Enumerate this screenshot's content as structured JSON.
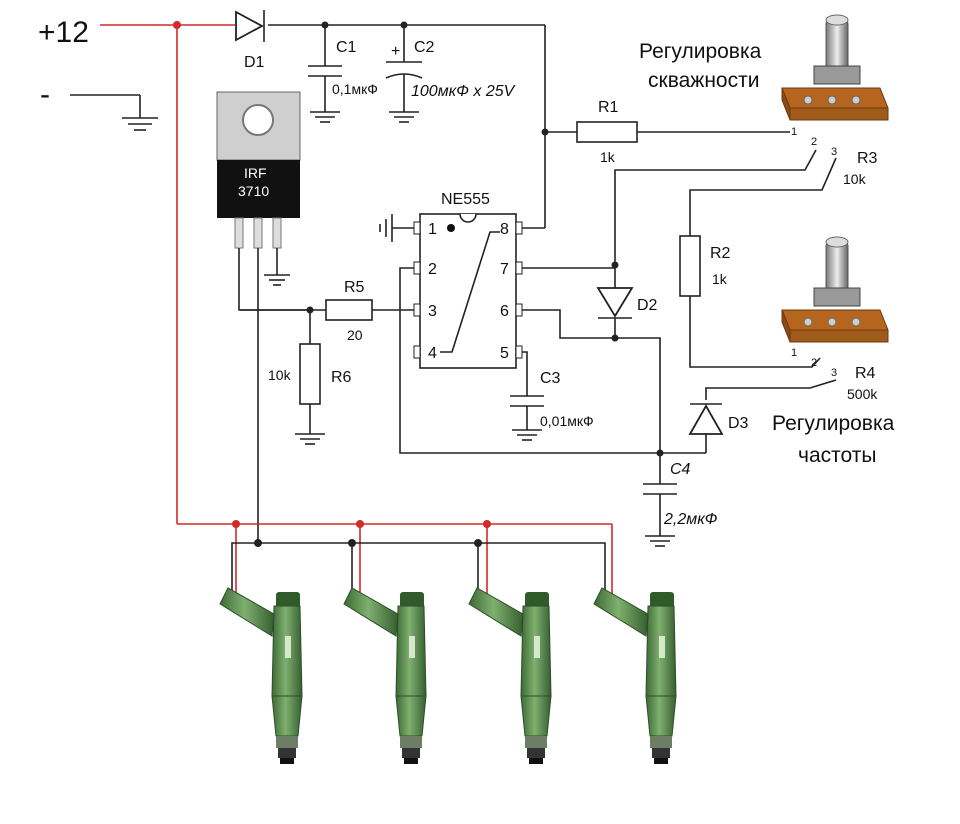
{
  "power": {
    "plus_label": "+12",
    "minus_label": "-"
  },
  "components": {
    "d1": {
      "ref": "D1"
    },
    "c1": {
      "ref": "C1",
      "value": "0,1мкФ"
    },
    "c2": {
      "ref": "C2",
      "polarity": "+",
      "value": "100мкФ х 25V"
    },
    "mosfet": {
      "line1": "IRF",
      "line2": "3710"
    },
    "r1": {
      "ref": "R1",
      "value": "1k"
    },
    "r2": {
      "ref": "R2",
      "value": "1k"
    },
    "r3": {
      "ref": "R3",
      "value": "10k"
    },
    "r4": {
      "ref": "R4",
      "value": "500k"
    },
    "r5": {
      "ref": "R5",
      "value": "20"
    },
    "r6": {
      "ref": "R6",
      "value": "10k"
    },
    "c3": {
      "ref": "C3",
      "value": "0,01мкФ"
    },
    "c4": {
      "ref": "C4",
      "value": "2,2мкФ"
    },
    "d2": {
      "ref": "D2"
    },
    "d3": {
      "ref": "D3"
    },
    "ic": {
      "name": "NE555",
      "pins": {
        "p1": "1",
        "p2": "2",
        "p3": "3",
        "p4": "4",
        "p5": "5",
        "p6": "6",
        "p7": "7",
        "p8": "8"
      }
    },
    "pot_pins": {
      "p1": "1",
      "p2": "2",
      "p3": "3"
    }
  },
  "titles": {
    "duty_line1": "Регулировка",
    "duty_line2": "скважности",
    "freq_line1": "Регулировка",
    "freq_line2": "частоты"
  },
  "colors": {
    "wire": "#222222",
    "power_wire": "#d42a2a",
    "injector": "#5a8a50",
    "mosfet_body": "#111111"
  }
}
